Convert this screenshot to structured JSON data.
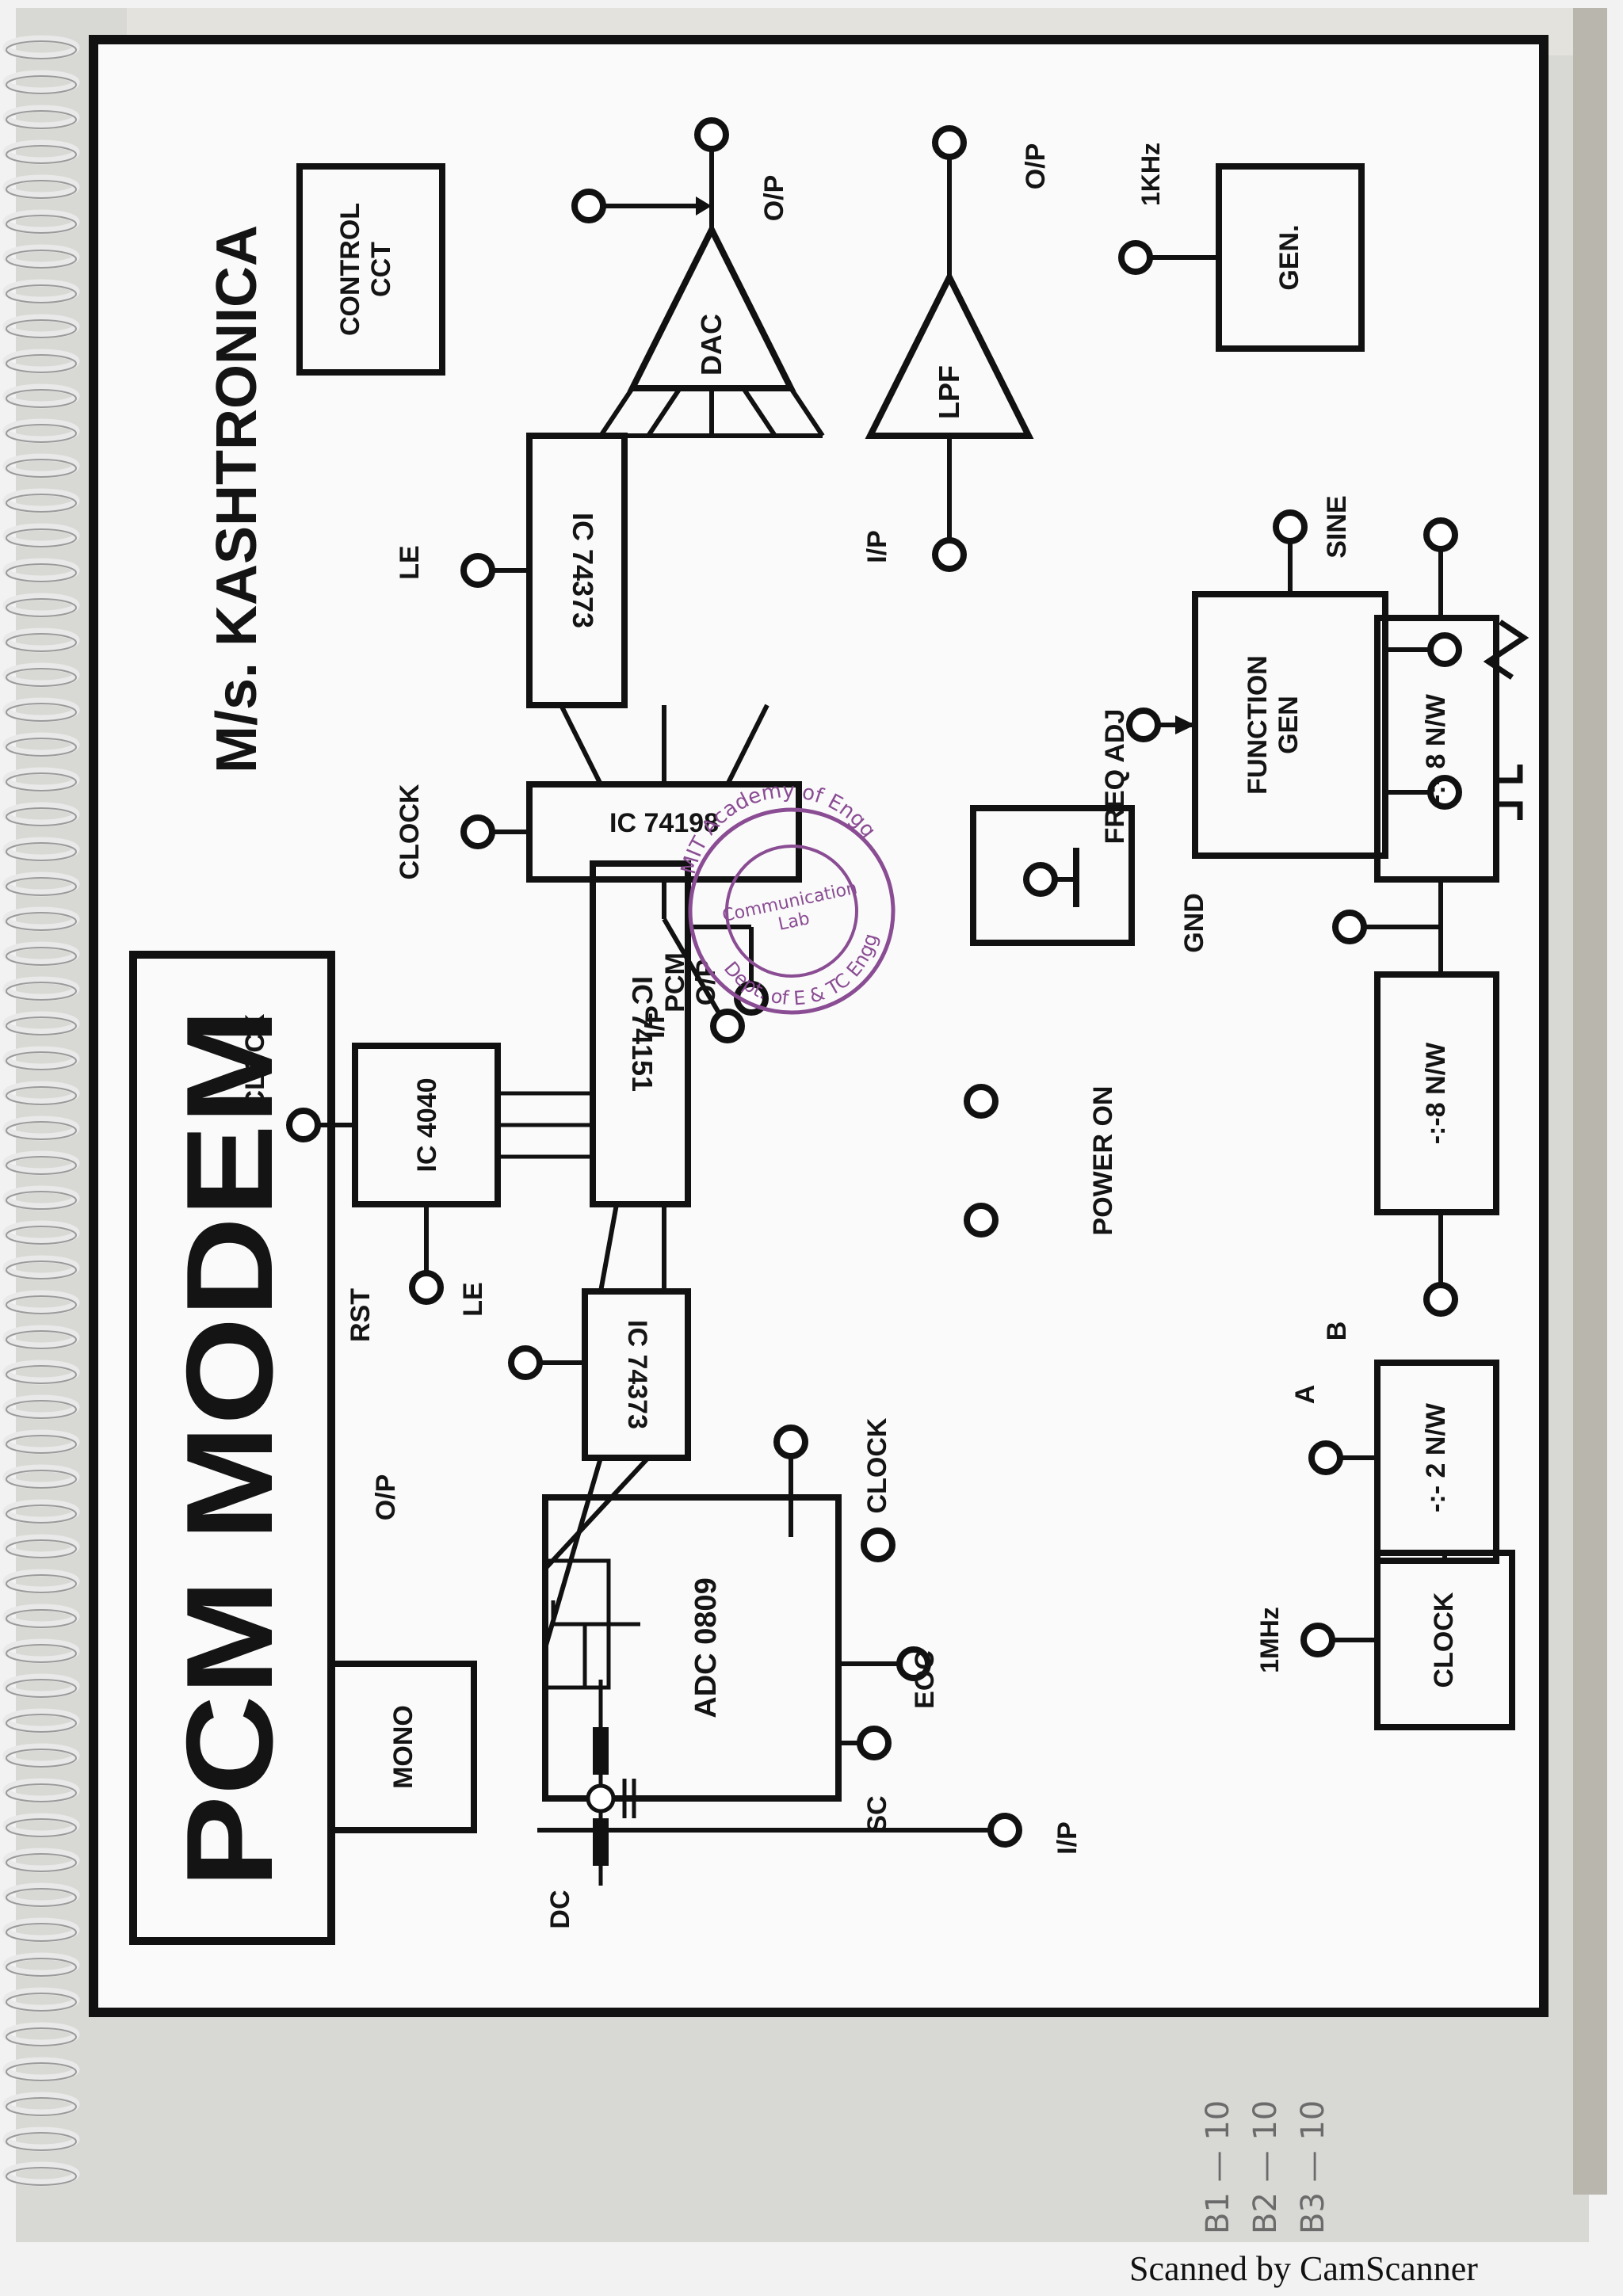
{
  "header": {
    "title": "PCM MODEM",
    "maker": "M/s. KASHTRONICA"
  },
  "blocks": {
    "control": "CONTROL\nCCT",
    "dac": "DAC",
    "lpf": "LPF",
    "gen": "GEN.",
    "ic74373_top": "IC 74373",
    "ic74198": "IC 74198",
    "function_gen": "FUNCTION\nGEN",
    "ic4040": "IC 4040",
    "ic74151": "IC 74151",
    "ic74373_bottom": "IC 74373",
    "adc": "ADC 0809",
    "mono": "MONO",
    "div2": "-:- 2 N/W",
    "div8a": "-:-8 N/W",
    "div8b": "-:- 8 N/W",
    "clock_block": "CLOCK"
  },
  "terminals": {
    "dac_op": "O/P",
    "lpf_op": "O/P",
    "lpf_ip": "I/P",
    "khz": "1KHz",
    "sine": "SINE",
    "le_top": "LE",
    "clock_top": "CLOCK",
    "freq_adj": "FREQ ADJ",
    "ip_top": "I/P",
    "clock_4040": "CLOCK",
    "pcm_op": "PCM\nO/P",
    "gnd": "GND",
    "rst": "RST",
    "le_bottom": "LE",
    "power_on": "POWER ON",
    "b": "B",
    "a": "A",
    "op_adc": "O/P",
    "clock_adc": "CLOCK",
    "eoc": "EOC",
    "sc": "SC",
    "mhz": "1MHz",
    "dc": "DC",
    "ip_bottom": "I/P"
  },
  "stamp": {
    "institution": "MIT Academy of Engg",
    "lab": "Communication\nLab",
    "dept": "Dept. of E & TC Engg"
  },
  "footer": "Scanned by CamScanner"
}
